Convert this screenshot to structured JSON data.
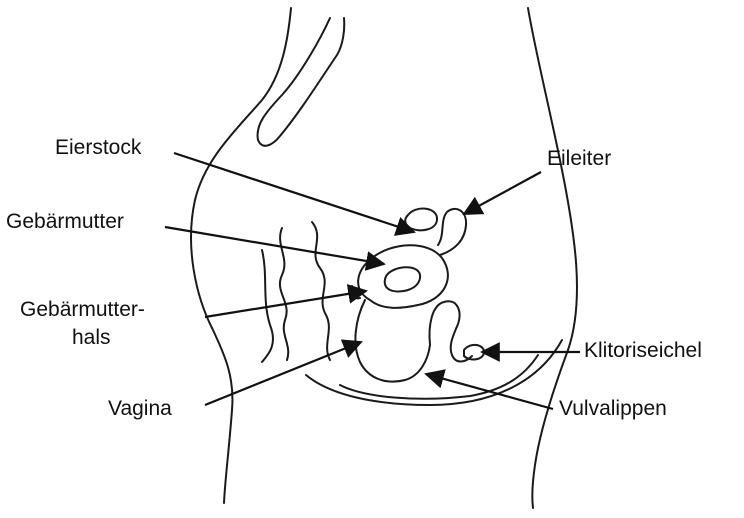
{
  "diagram": {
    "labels": {
      "eierstock": "Eierstock",
      "eileiter": "Eileiter",
      "gebaermutter": "Gebärmutter",
      "gebaermutterhals_line1": "Gebärmutter-",
      "gebaermutterhals_line2": "hals",
      "vagina": "Vagina",
      "klitoriseichel": "Klitoriseichel",
      "vulvalippen": "Vulvalippen"
    },
    "colors": {
      "ink": "#1a1a1a",
      "background": "#ffffff"
    }
  }
}
